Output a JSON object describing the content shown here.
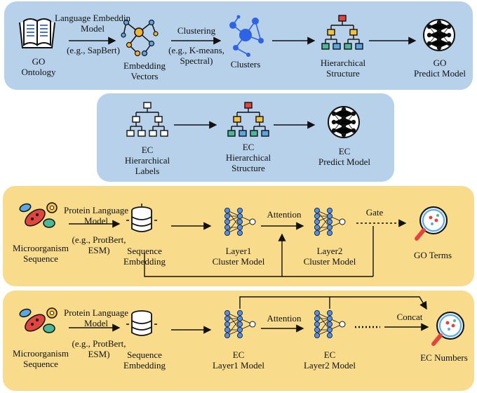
{
  "panel1": {
    "go_ontology": [
      "GO",
      "Ontology"
    ],
    "arrow1_top": [
      "Language Embeddin",
      "Model"
    ],
    "arrow1_bottom": "(e.g., SapBert)",
    "embedding_vectors": [
      "Embedding",
      "Vectors"
    ],
    "arrow2_top": "Clustering",
    "arrow2_bottom": [
      "(e.g., K-means,",
      "Spectral)"
    ],
    "clusters": "Clusters",
    "hierarchical_structure": [
      "Hierarchical",
      "Structure"
    ],
    "go_predict_model": [
      "GO",
      "Predict Model"
    ]
  },
  "panel2": {
    "ec_hierarchical_labels": [
      "EC",
      "Hierarchical",
      "Labels"
    ],
    "ec_hierarchical_structure": [
      "EC",
      "Hierarchical",
      "Structure"
    ],
    "ec_predict_model": [
      "EC",
      "Predict Model"
    ]
  },
  "panel3": {
    "microorganism_sequence": [
      "Microorganism",
      "Sequence"
    ],
    "plm_top": [
      "Protein Language",
      "Model"
    ],
    "plm_bottom": [
      "(e.g., ProtBert,",
      "ESM)"
    ],
    "sequence_embedding": [
      "Sequence",
      "Embedding"
    ],
    "layer1": [
      "Layer1",
      "Cluster Model"
    ],
    "attention": "Attention",
    "layer2": [
      "Layer2",
      "Cluster Model"
    ],
    "gate": "Gate",
    "go_terms": "GO Terms"
  },
  "panel4": {
    "microorganism_sequence": [
      "Microorganism",
      "Sequence"
    ],
    "plm_top": [
      "Protein Language",
      "Model"
    ],
    "plm_bottom": [
      "(e.g., ProtBert,",
      "ESM)"
    ],
    "sequence_embedding": [
      "Sequence",
      "Embedding"
    ],
    "layer1": [
      "EC",
      "Layer1 Model"
    ],
    "attention": "Attention",
    "layer2": [
      "EC",
      "Layer2 Model"
    ],
    "concat": "Concat",
    "ec_numbers": "EC Numbers"
  },
  "colors": {
    "blue_panel": "#b7d1ea",
    "yellow_panel": "#f8dc8c",
    "tree_red": "#e0463f",
    "tree_yellow": "#f6c23e",
    "tree_green": "#4cb89a",
    "tree_blue": "#5ba7e6",
    "cluster_blue": "#2f63e6",
    "neuron_blue": "#4f8ff0"
  },
  "icons": [
    "book-icon",
    "embedding-network-icon",
    "clusters-icon",
    "hierarchy-tree-icon",
    "neural-net-icon",
    "bacteria-icon",
    "database-icon",
    "layer-network-icon",
    "magnifier-icon"
  ]
}
